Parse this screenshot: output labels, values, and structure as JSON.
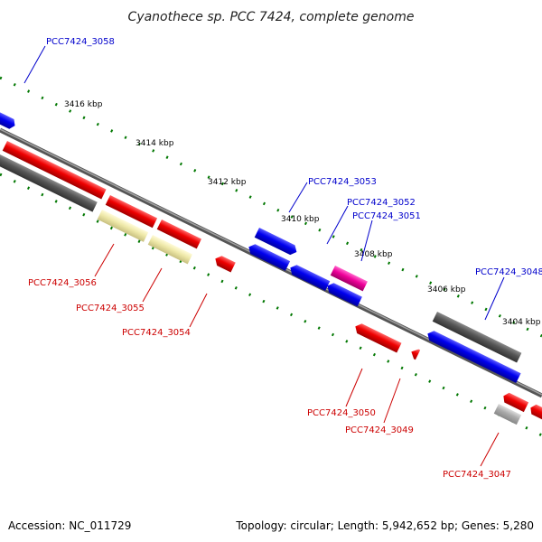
{
  "title": "Cyanothece sp. PCC 7424, complete genome",
  "footer": {
    "accession": "Accession: NC_011729",
    "summary": "Topology: circular; Length: 5,942,652 bp; Genes: 5,280"
  },
  "ticks": [
    "3416 kbp",
    "3414 kbp",
    "3412 kbp",
    "3410 kbp",
    "3408 kbp",
    "3406 kbp",
    "3404 kbp"
  ],
  "genes": {
    "g3058": "PCC7424_3058",
    "g3056": "PCC7424_3056",
    "g3055": "PCC7424_3055",
    "g3054": "PCC7424_3054",
    "g3053": "PCC7424_3053",
    "g3052": "PCC7424_3052",
    "g3051": "PCC7424_3051",
    "g3050": "PCC7424_3050",
    "g3049": "PCC7424_3049",
    "g3048": "PCC7424_3048",
    "g3047": "PCC7424_3047"
  },
  "colors": {
    "forward_label": "#0000cc",
    "reverse_label": "#cc0000",
    "tick": "#007700",
    "backbone": "#707070",
    "cds_red": "#ee0000",
    "cds_blue": "#0000ee",
    "cds_grey": "#555555",
    "cds_pale_yellow": "#eee8a8",
    "cds_magenta": "#ee0099",
    "cds_light_grey": "#aaaaaa"
  }
}
